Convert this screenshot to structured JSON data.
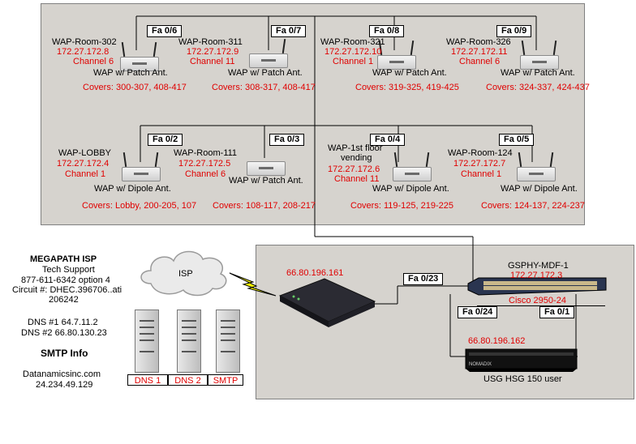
{
  "aps": [
    {
      "name": "WAP-Room-302",
      "ip": "172.27.172.8",
      "channel": "Channel 6",
      "port": "Fa 0/6",
      "ant": "WAP w/ Patch Ant.",
      "covers": "Covers: 300-307, 408-417"
    },
    {
      "name": "WAP-Room-311",
      "ip": "172.27.172.9",
      "channel": "Channel 11",
      "port": "Fa 0/7",
      "ant": "WAP w/ Patch Ant.",
      "covers": "Covers: 308-317, 408-417"
    },
    {
      "name": "WAP-Room-321",
      "ip": "172.27.172.10",
      "channel": "Channel 1",
      "port": "Fa 0/8",
      "ant": "WAP w/ Patch Ant.",
      "covers": "Covers: 319-325, 419-425"
    },
    {
      "name": "WAP-Room-326",
      "ip": "172.27.172.11",
      "channel": "Channel 6",
      "port": "Fa 0/9",
      "ant": "WAP w/ Patch Ant.",
      "covers": "Covers: 324-337, 424-437"
    },
    {
      "name": "WAP-LOBBY",
      "ip": "172.27.172.4",
      "channel": "Channel 1",
      "port": "Fa 0/2",
      "ant": "WAP w/ Dipole Ant.",
      "covers": "Covers: Lobby, 200-205, 107"
    },
    {
      "name": "WAP-Room-111",
      "ip": "172.27.172.5",
      "channel": "Channel 6",
      "port": "Fa 0/3",
      "ant": "WAP w/ Patch Ant.",
      "covers": "Covers: 108-117, 208-217"
    },
    {
      "name_line1": "WAP-1st floor",
      "name_line2": "vending",
      "ip": "172.27.172.6",
      "channel": "Channel 11",
      "port": "Fa 0/4",
      "ant": "WAP w/ Dipole Ant.",
      "covers": "Covers: 119-125, 219-225"
    },
    {
      "name": "WAP-Room-124",
      "ip": "172.27.172.7",
      "channel": "Channel 1",
      "port": "Fa 0/5",
      "ant": "WAP w/ Dipole Ant.",
      "covers": "Covers: 124-137, 224-237"
    }
  ],
  "isp_info": {
    "title": "MEGAPATH ISP",
    "line1": "Tech Support",
    "line2": "877-611-6342 option 4",
    "line3": "Circuit #: DHEC.396706..ati",
    "line4": "206242",
    "dns1": "DNS #1 64.7.11.2",
    "dns2": "DNS #2 66.80.130.23",
    "smtp_title": "SMTP Info",
    "smtp_host": "Datanamicsinc.com",
    "smtp_ip": "24.234.49.129"
  },
  "cloud_label": "ISP",
  "router": {
    "ip": "66.80.196.161",
    "port": "Fa 0/23"
  },
  "switch": {
    "name": "GSPHY-MDF-1",
    "ip": "172.27.172.3",
    "model": "Cisco 2950-24",
    "port_a": "Fa 0/24",
    "port_b": "Fa 0/1"
  },
  "firewall": {
    "ip": "66.80.196.162",
    "label": "USG HSG 150 user",
    "brand": "NOMADIX"
  },
  "servers": [
    "DNS 1",
    "DNS 2",
    "SMTP"
  ],
  "colors": {
    "panel": "#d6d3ce",
    "ip_text": "#e00000",
    "bolt": "#ffff00"
  }
}
